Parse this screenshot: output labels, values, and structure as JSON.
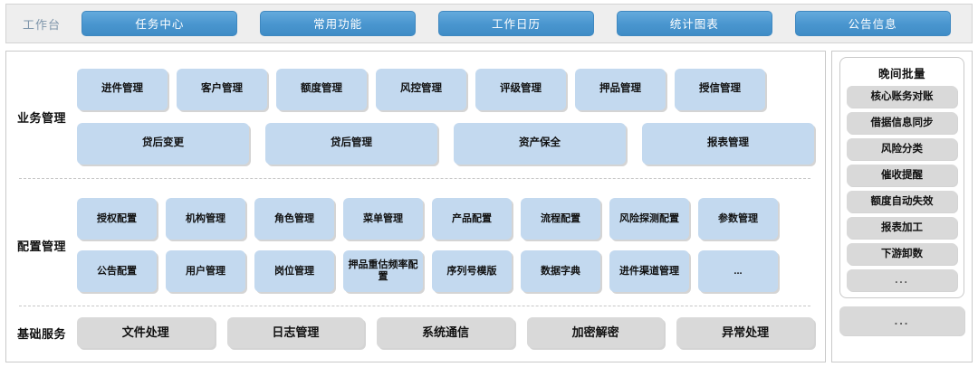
{
  "topbar": {
    "title": "工作台",
    "tabs": [
      {
        "label": "任务中心"
      },
      {
        "label": "常用功能"
      },
      {
        "label": "工作日历"
      },
      {
        "label": "统计图表"
      },
      {
        "label": "公告信息"
      }
    ]
  },
  "sections": [
    {
      "label": "业务管理",
      "rows": [
        [
          {
            "label": "进件管理"
          },
          {
            "label": "客户管理"
          },
          {
            "label": "额度管理"
          },
          {
            "label": "风控管理"
          },
          {
            "label": "评级管理"
          },
          {
            "label": "押品管理"
          },
          {
            "label": "授信管理"
          }
        ],
        [
          {
            "label": "贷后变更"
          },
          {
            "label": "贷后管理"
          },
          {
            "label": "资产保全"
          },
          {
            "label": "报表管理"
          }
        ]
      ]
    },
    {
      "label": "配置管理",
      "rows": [
        [
          {
            "label": "授权配置"
          },
          {
            "label": "机构管理"
          },
          {
            "label": "角色管理"
          },
          {
            "label": "菜单管理"
          },
          {
            "label": "产品配置"
          },
          {
            "label": "流程配置"
          },
          {
            "label": "风险探测配置"
          },
          {
            "label": "参数管理"
          }
        ],
        [
          {
            "label": "公告配置"
          },
          {
            "label": "用户管理"
          },
          {
            "label": "岗位管理"
          },
          {
            "label": "押品重估频率配置"
          },
          {
            "label": "序列号模版"
          },
          {
            "label": "数据字典"
          },
          {
            "label": "进件渠道管理"
          },
          {
            "label": "..."
          }
        ]
      ]
    },
    {
      "label": "基础服务",
      "rows": [
        [
          {
            "label": "文件处理"
          },
          {
            "label": "日志管理"
          },
          {
            "label": "系统通信"
          },
          {
            "label": "加密解密"
          },
          {
            "label": "异常处理"
          }
        ]
      ]
    }
  ],
  "sidebar": {
    "batch_title": "晚间批量",
    "batch_items": [
      {
        "label": "核心账务对账"
      },
      {
        "label": "借据信息同步"
      },
      {
        "label": "风险分类"
      },
      {
        "label": "催收提醒"
      },
      {
        "label": "额度自动失效"
      },
      {
        "label": "报表加工"
      },
      {
        "label": "下游卸数"
      },
      {
        "label": "..."
      }
    ],
    "more_label": "..."
  },
  "colors": {
    "tab_blue": "#4a96cf",
    "tile_blue": "#c3d9ef",
    "tile_gray": "#d9d9d9",
    "panel_border": "#c9c9c9",
    "topbar_bg": "#eeeeee",
    "title_color": "#7f96ab"
  }
}
